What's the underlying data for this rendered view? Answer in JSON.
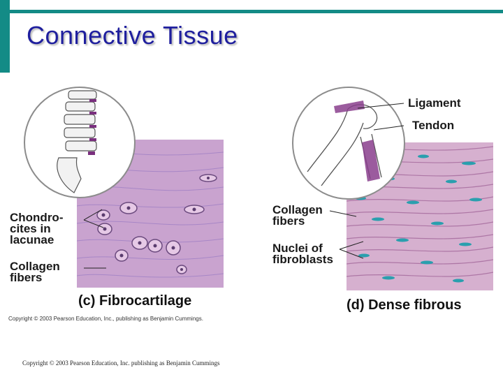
{
  "slide": {
    "title": "Connective Tissue",
    "credit_bottom": "Copyright © 2003 Pearson Education, Inc. publishing as Benjamin Cummings"
  },
  "panel_c": {
    "labels": {
      "chondrocytes": [
        "Chondro-",
        "cites in",
        "lacunae"
      ],
      "collagen": [
        "Collagen",
        "fibers"
      ]
    },
    "caption": "(c) Fibrocartilage",
    "credit": "Copyright © 2003 Pearson Education, Inc., publishing as Benjamin Cummings."
  },
  "panel_d": {
    "labels": {
      "ligament": "Ligament",
      "tendon": "Tendon",
      "collagen": [
        "Collagen",
        "fibers"
      ],
      "nuclei": [
        "Nuclei of",
        "fibroblasts"
      ]
    },
    "caption": "(d) Dense fibrous"
  },
  "colors": {
    "accent_bar": "#138b86",
    "title": "#1f1f9e",
    "fibrocartilage": "#c9a3cf",
    "dense_fibrous": "#d6b0cf",
    "nuclei": "#2a9fae"
  }
}
